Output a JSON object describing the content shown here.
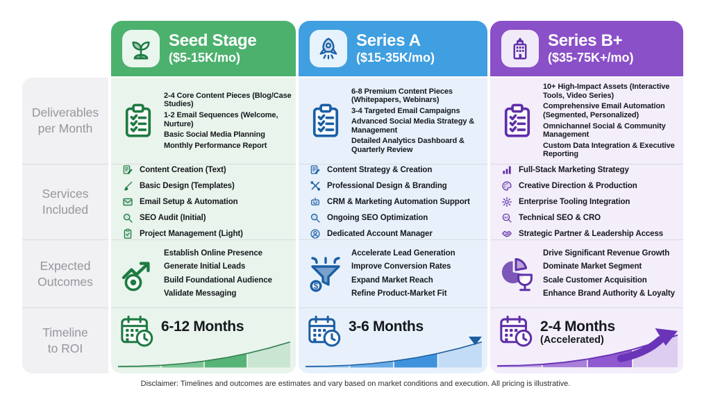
{
  "colors": {
    "page_bg": "#ffffff",
    "seed_header": "#4db16e",
    "seed_tint": "#e9f4ec",
    "seed_ink": "#1e7a42",
    "seed_curve": "#57b478",
    "seed_curve_dark": "#2f7c4c",
    "a_header": "#3f9fe0",
    "a_tint": "#e8f1fb",
    "a_ink": "#1b5fa4",
    "a_curve": "#3f93dd",
    "a_curve_dark": "#1d5e9e",
    "b_header": "#8a50c8",
    "b_tint": "#f3eefa",
    "b_ink": "#5f2fa8",
    "b_curve": "#9059cf",
    "b_curve_dark": "#6a34b8",
    "label_bg": "#f1f1f4",
    "label_text": "#95959d",
    "body_text": "#15181d",
    "separator": "#d8dbdf",
    "disclaimer_text": "#2e2e2e"
  },
  "header": {
    "columns": [
      {
        "id": "seed",
        "icon": "seedling-icon",
        "title": "Seed Stage",
        "subtitle": "($5-15K/mo)"
      },
      {
        "id": "series-a",
        "icon": "rocket-icon",
        "title": "Series A",
        "subtitle": "($15-35K/mo)"
      },
      {
        "id": "series-b",
        "icon": "building-icon",
        "title": "Series B+",
        "subtitle": "($35-75K+/mo)"
      }
    ]
  },
  "rows": [
    {
      "line1": "Deliverables",
      "line2": "per Month"
    },
    {
      "line1": "Services",
      "line2": "Included"
    },
    {
      "line1": "Expected",
      "line2": "Outcomes"
    },
    {
      "line1": "Timeline",
      "line2": "to ROI"
    }
  ],
  "deliverables": {
    "icon": "clipboard-icon",
    "seed": {
      "items": [
        "2-4 Core Content Pieces (Blog/Case Studies)",
        "1-2 Email Sequences (Welcome, Nurture)",
        "Basic Social Media Planning",
        "Monthly Performance Report"
      ]
    },
    "series_a": {
      "items": [
        "6-8 Premium Content Pieces (Whitepapers, Webinars)",
        "3-4 Targeted Email Campaigns",
        "Advanced Social Media Strategy & Management",
        "Detailed Analytics Dashboard & Quarterly Review"
      ]
    },
    "series_b": {
      "items": [
        "10+ High-Impact Assets (Interactive Tools, Video Series)",
        "Comprehensive Email Automation (Segmented, Personalized)",
        "Omnichannel Social & Community Management",
        "Custom Data Integration & Executive Reporting"
      ]
    }
  },
  "services": {
    "seed": {
      "items": [
        {
          "icon": "memo-icon",
          "label": "Content Creation (Text)"
        },
        {
          "icon": "brush-icon",
          "label": "Basic Design (Templates)"
        },
        {
          "icon": "mail-icon",
          "label": "Email Setup & Automation"
        },
        {
          "icon": "search-icon",
          "label": "SEO Audit (Initial)"
        },
        {
          "icon": "clipboard-check-icon",
          "label": "Project Management (Light)"
        }
      ]
    },
    "series_a": {
      "items": [
        {
          "icon": "memo-icon",
          "label": "Content Strategy & Creation"
        },
        {
          "icon": "tools-icon",
          "label": "Professional Design & Branding"
        },
        {
          "icon": "robot-icon",
          "label": "CRM & Marketing Automation Support"
        },
        {
          "icon": "search-icon",
          "label": "Ongoing SEO Optimization"
        },
        {
          "icon": "user-icon",
          "label": "Dedicated Account Manager"
        }
      ]
    },
    "series_b": {
      "items": [
        {
          "icon": "bar-chart-icon",
          "label": "Full-Stack Marketing Strategy"
        },
        {
          "icon": "palette-icon",
          "label": "Creative Direction & Production"
        },
        {
          "icon": "gear-icon",
          "label": "Enterprise Tooling Integration"
        },
        {
          "icon": "seo-search-icon",
          "label": "Technical SEO & CRO"
        },
        {
          "icon": "handshake-icon",
          "label": "Strategic Partner & Leadership Access"
        }
      ]
    }
  },
  "outcomes": {
    "seed": {
      "icon": "growth-target-icon",
      "items": [
        "Establish Online Presence",
        "Generate Initial Leads",
        "Build Foundational Audience",
        "Validate Messaging"
      ]
    },
    "series_a": {
      "icon": "funnel-icon",
      "items": [
        "Accelerate Lead Generation",
        "Improve Conversion Rates",
        "Expand Market Reach",
        "Refine Product-Market Fit"
      ]
    },
    "series_b": {
      "icon": "pie-trophy-icon",
      "items": [
        "Drive Significant Revenue Growth",
        "Dominate Market Segment",
        "Scale Customer Acquisition",
        "Enhance Brand Authority & Loyalty"
      ]
    }
  },
  "timeline": {
    "icon": "calendar-clock-icon",
    "seed": {
      "duration": "6-12 Months",
      "note": ""
    },
    "series_a": {
      "duration": "3-6 Months",
      "note": ""
    },
    "series_b": {
      "duration": "2-4 Months",
      "note": "(Accelerated)"
    }
  },
  "disclaimer": "Disclaimer: Timelines and outcomes are estimates and vary based on market conditions and execution. All pricing is illustrative."
}
